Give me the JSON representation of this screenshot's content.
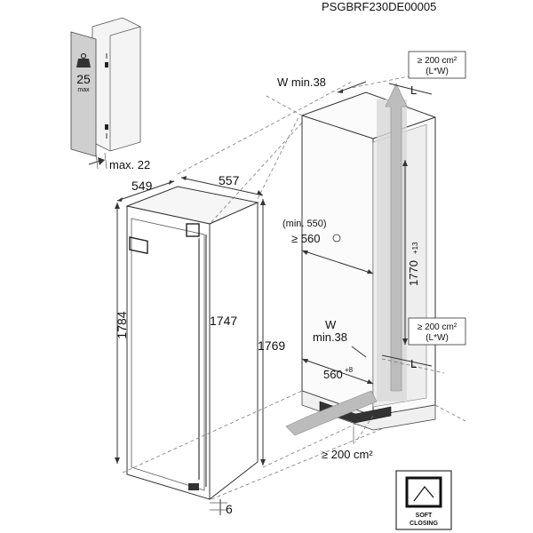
{
  "doc_code": "PSGBRF230DE00005",
  "door": {
    "weight_value": "25",
    "weight_unit": "max",
    "gap_label": "max. 22"
  },
  "appliance": {
    "depth": "549",
    "width": "557",
    "height_total": "1784",
    "height_inner": "1747",
    "height_side": "1769",
    "bottom_gap": "6"
  },
  "niche": {
    "w_top_label": "W min.38",
    "l_top": "L",
    "vent_top": "≥ 200 cm²",
    "vent_top_sub": "(L*W)",
    "depth_min_paren": "(min. 550)",
    "depth_min": "≥ 560",
    "height_niche": "1770",
    "height_tol": "+13",
    "w_bottom_1": "W",
    "w_bottom_2": "min.38",
    "vent_mid": "≥ 200 cm²",
    "vent_mid_sub": "(L*W)",
    "l_bottom": "L",
    "width_niche": "560",
    "width_tol": "+8",
    "vent_bottom": "≥ 200 cm²"
  },
  "badge": {
    "line1": "SOFT",
    "line2": "CLOSING"
  }
}
